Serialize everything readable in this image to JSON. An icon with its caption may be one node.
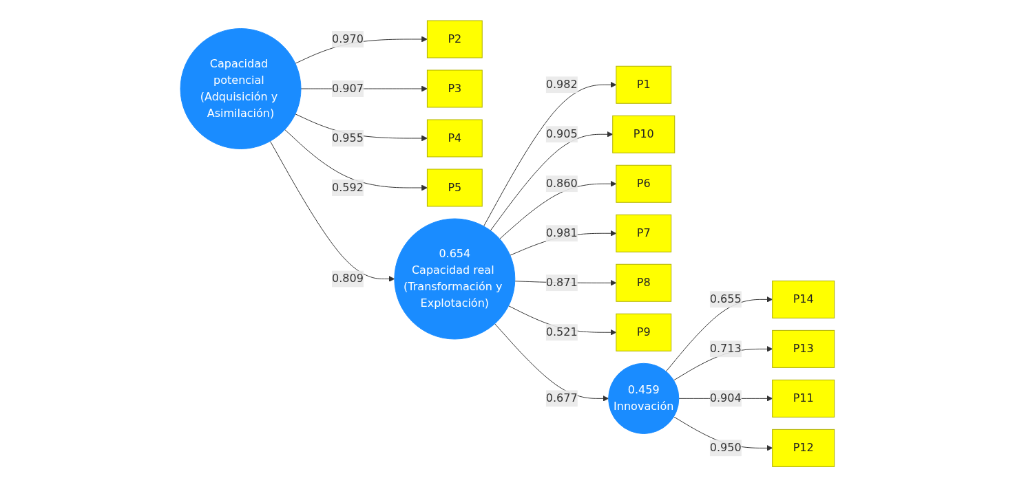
{
  "diagram": {
    "nodes": [
      {
        "text": [
          "P1"
        ]
      },
      {
        "text": [
          "P10"
        ]
      },
      {
        "text": [
          "P6"
        ]
      },
      {
        "text": [
          "P7"
        ]
      },
      {
        "text": [
          "P8"
        ]
      },
      {
        "text": [
          "P9"
        ]
      },
      {
        "text": [
          "P2"
        ]
      },
      {
        "text": [
          "P3"
        ]
      },
      {
        "text": [
          "P4"
        ]
      },
      {
        "text": [
          "P5"
        ]
      },
      {
        "text": [
          "Capacidad potencial (Adquisición y Asimilación)"
        ]
      },
      {
        "text": [
          "0.654",
          "Capacidad real (Transformación y Explotación)"
        ]
      },
      {
        "text": [
          "0.459",
          "Innovación"
        ]
      },
      {
        "text": [
          "P14"
        ]
      },
      {
        "text": [
          "P13"
        ]
      },
      {
        "text": [
          "P11"
        ]
      },
      {
        "text": [
          "P12"
        ]
      }
    ],
    "edges": [
      {
        "from": 10,
        "to": 6,
        "arrow": "to",
        "label": "0.970"
      },
      {
        "from": 10,
        "to": 7,
        "arrow": "to",
        "label": "0.907"
      },
      {
        "from": 10,
        "to": 8,
        "arrow": "to",
        "label": "0.955"
      },
      {
        "from": 10,
        "to": 9,
        "arrow": "to",
        "label": "0.592"
      },
      {
        "from": 10,
        "to": 11,
        "arrow": "to",
        "label": "0.809"
      },
      {
        "from": 11,
        "to": 0,
        "arrow": "to",
        "label": "0.982"
      },
      {
        "from": 11,
        "to": 1,
        "arrow": "to",
        "label": "0.905"
      },
      {
        "from": 11,
        "to": 2,
        "arrow": "to",
        "label": "0.860"
      },
      {
        "from": 11,
        "to": 3,
        "arrow": "to",
        "label": "0.981"
      },
      {
        "from": 11,
        "to": 4,
        "arrow": "to",
        "label": "0.871"
      },
      {
        "from": 11,
        "to": 5,
        "arrow": "to",
        "label": "0.521"
      },
      {
        "from": 11,
        "to": 12,
        "arrow": "to",
        "label": "0.677"
      },
      {
        "from": 12,
        "to": 13,
        "arrow": "to",
        "label": "0.655"
      },
      {
        "from": 12,
        "to": 14,
        "arrow": "to",
        "label": "0.713"
      },
      {
        "from": 12,
        "to": 15,
        "arrow": "to",
        "label": "0.904"
      },
      {
        "from": 12,
        "to": 16,
        "arrow": "to",
        "label": "0.950"
      }
    ]
  }
}
